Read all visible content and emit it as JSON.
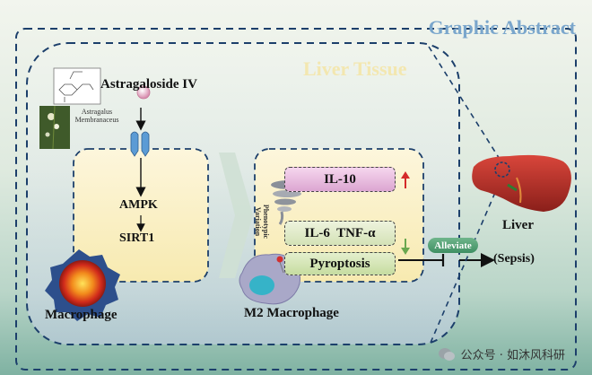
{
  "title": "Graphic Abstract",
  "liver_tissue_label": "Liver Tissue",
  "compound": "Astragaloside IV",
  "plant_label": "Astragalus\nMembranaceus",
  "pathway": {
    "a": "AMPK",
    "b": "SIRT1"
  },
  "phenotypic_label": "Phenotypic\nVariation",
  "macrophage": "Macrophage",
  "m2_macrophage": "M2 Macrophage",
  "markers": {
    "up": "IL-10",
    "down": "IL-6  TNF-α",
    "pyro": "Pyroptosis"
  },
  "alleviate": "Alleviate",
  "liver": "Liver",
  "sepsis": "(Sepsis)",
  "watermark": "公众号 · 如沐风科研",
  "colors": {
    "dash": "#1c3f6b",
    "il10": "#e9b5dc",
    "il6": "#dfe8c6",
    "pyro": "#d6e6b6",
    "up": "#d42a2a",
    "down": "#6aa84f",
    "alleviate": "#4f9f72"
  },
  "icons": [
    "pink-sphere-icon",
    "receptor-icon",
    "tornado-icon",
    "macrophage-icon",
    "m2-macrophage-icon",
    "liver-icon",
    "up-arrow-icon",
    "down-arrow-icon",
    "wechat-icon"
  ]
}
